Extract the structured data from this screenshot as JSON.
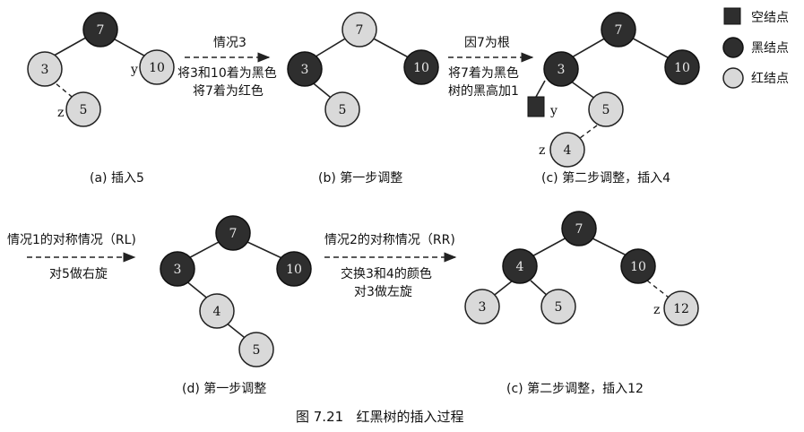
{
  "figure_caption": "图 7.21   红黑树的插入过程",
  "legend": {
    "nil": "空结点",
    "black": "黑结点",
    "red": "红结点"
  },
  "panels": {
    "a": {
      "caption": "(a) 插入5",
      "nodes": {
        "n7": "7",
        "n3": "3",
        "n10": "10",
        "n5": "5"
      },
      "tags": {
        "y": "y",
        "z": "z"
      }
    },
    "b": {
      "caption": "(b) 第一步调整",
      "nodes": {
        "n7": "7",
        "n3": "3",
        "n10": "10",
        "n5": "5"
      }
    },
    "c": {
      "caption": "(c) 第二步调整，插入4",
      "nodes": {
        "n7": "7",
        "n3": "3",
        "n10": "10",
        "n5": "5",
        "n4": "4"
      },
      "tags": {
        "y": "y",
        "z": "z"
      }
    },
    "d": {
      "caption": "(d) 第一步调整",
      "nodes": {
        "n7": "7",
        "n3": "3",
        "n10": "10",
        "n4": "4",
        "n5": "5"
      }
    },
    "e": {
      "caption": "(c) 第二步调整，插入12",
      "nodes": {
        "n7": "7",
        "n4": "4",
        "n10": "10",
        "n3": "3",
        "n5": "5",
        "n12": "12"
      },
      "tags": {
        "z": "z"
      }
    }
  },
  "arrows": {
    "ab": {
      "line1": "情况3",
      "line2": "将3和10着为黑色",
      "line3": "将7着为红色"
    },
    "bc": {
      "line1": "因7为根",
      "line2": "将7着为黑色",
      "line3": "树的黑高加1"
    },
    "de": {
      "line1": "情况1的对称情况（RL)",
      "line2": "对5做右旋"
    },
    "ef": {
      "line1": "情况2的对称情况（RR)",
      "line2": "交换3和4的颜色",
      "line3": "对3做左旋"
    }
  }
}
